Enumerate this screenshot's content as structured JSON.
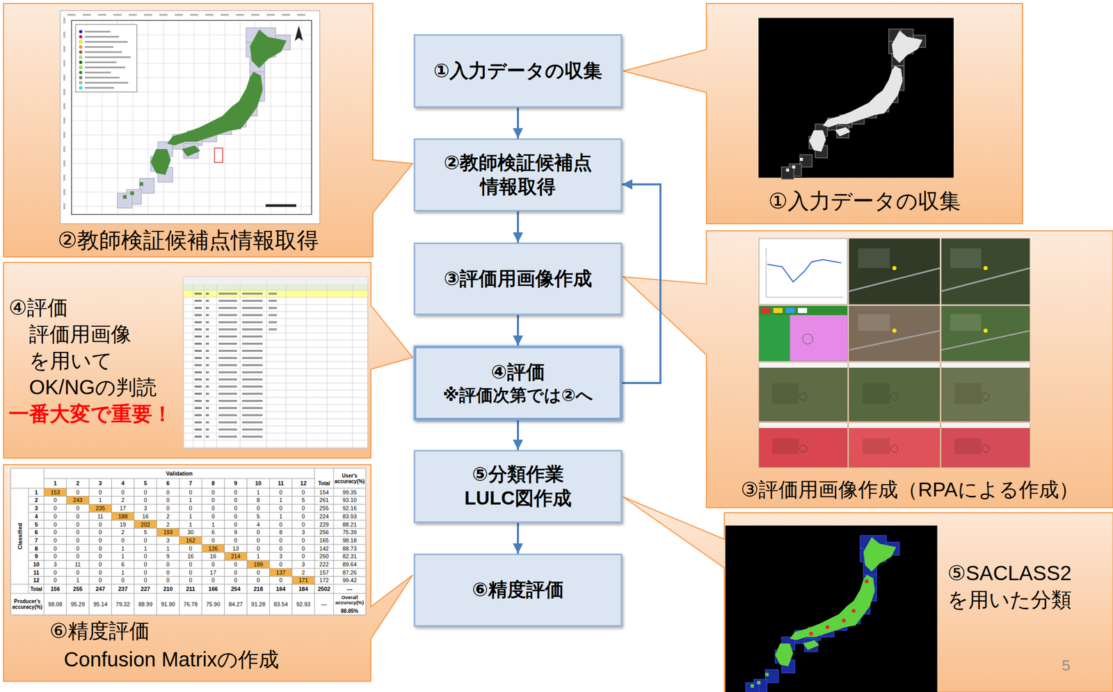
{
  "diagram": {
    "nodes": [
      {
        "text": [
          "①入力データの収集"
        ]
      },
      {
        "text": [
          "②教師検証候補点 情報取得"
        ]
      },
      {
        "text": [
          "③評価用画像作成"
        ]
      },
      {
        "text": [
          "④評価",
          "※評価次第では②へ"
        ]
      },
      {
        "text": [
          "⑤分類作業 LULC図作成"
        ]
      },
      {
        "text": [
          "⑥精度評価"
        ]
      },
      {
        "text": [
          "①入力データの収集"
        ]
      },
      {
        "text": [
          "②教師検証候補点情報取得"
        ]
      },
      {
        "text": [
          "④評価",
          "評価用画像 を用いて OK/NGの判読",
          "一番大変で重要！"
        ]
      },
      {
        "text": [
          "③評価用画像作成（RPAによる作成）"
        ]
      },
      {
        "text": [
          "⑥精度評価",
          "Confusion Matrixの作成"
        ]
      },
      {
        "text": [
          "⑤SACLASS2 を用いた分類"
        ]
      }
    ],
    "edges": [
      {
        "from": 0,
        "to": 1,
        "arrow": "to"
      },
      {
        "from": 1,
        "to": 2,
        "arrow": "to"
      },
      {
        "from": 2,
        "to": 3,
        "arrow": "to"
      },
      {
        "from": 3,
        "to": 4,
        "arrow": "to"
      },
      {
        "from": 4,
        "to": 5,
        "arrow": "to"
      },
      {
        "from": 3,
        "to": 1,
        "arrow": "to"
      }
    ],
    "labels": [
      "5",
      "Validation",
      "Classified",
      "1",
      "2",
      "3",
      "4",
      "5",
      "6",
      "7",
      "8",
      "9",
      "10",
      "11",
      "12",
      "Total",
      "User's accuracy(%)",
      "1",
      "153",
      "0",
      "0",
      "0",
      "0",
      "0",
      "0",
      "0",
      "0",
      "1",
      "0",
      "0",
      "154",
      "99.35",
      "2",
      "0",
      "243",
      "1",
      "2",
      "0",
      "0",
      "1",
      "0",
      "0",
      "8",
      "1",
      "5",
      "261",
      "93.10",
      "3",
      "0",
      "0",
      "235",
      "17",
      "3",
      "0",
      "0",
      "0",
      "0",
      "0",
      "0",
      "0",
      "255",
      "92.16",
      "4",
      "0",
      "0",
      "11",
      "188",
      "16",
      "2",
      "1",
      "0",
      "0",
      "5",
      "1",
      "0",
      "224",
      "83.93",
      "5",
      "0",
      "0",
      "0",
      "19",
      "202",
      "2",
      "1",
      "1",
      "0",
      "4",
      "0",
      "0",
      "229",
      "88.21",
      "6",
      "0",
      "0",
      "0",
      "2",
      "5",
      "193",
      "30",
      "6",
      "9",
      "0",
      "8",
      "3",
      "256",
      "75.39",
      "7",
      "0",
      "0",
      "0",
      "0",
      "0",
      "3",
      "162",
      "0",
      "0",
      "0",
      "0",
      "0",
      "165",
      "98.18",
      "8",
      "0",
      "0",
      "0",
      "1",
      "1",
      "1",
      "0",
      "126",
      "13",
      "0",
      "0",
      "0",
      "142",
      "88.73",
      "9",
      "0",
      "0",
      "0",
      "1",
      "0",
      "9",
      "16",
      "16",
      "214",
      "1",
      "3",
      "0",
      "260",
      "82.31",
      "10",
      "3",
      "11",
      "0",
      "6",
      "0",
      "0",
      "0",
      "0",
      "0",
      "199",
      "0",
      "3",
      "222",
      "89.64",
      "11",
      "0",
      "0",
      "0",
      "1",
      "0",
      "0",
      "0",
      "17",
      "0",
      "0",
      "137",
      "2",
      "157",
      "87.26",
      "12",
      "0",
      "1",
      "0",
      "0",
      "0",
      "0",
      "0",
      "0",
      "0",
      "0",
      "0",
      "171",
      "172",
      "99.42",
      "Total",
      "156",
      "255",
      "247",
      "237",
      "227",
      "210",
      "211",
      "166",
      "254",
      "218",
      "164",
      "184",
      "2502",
      "---",
      "Producer's accuracy(%)",
      "98.08",
      "95.29",
      "95.14",
      "79.32",
      "88.99",
      "91.90",
      "76.78",
      "75.90",
      "84.27",
      "91.28",
      "83.54",
      "92.93",
      "—",
      "Overall accuracy(%)",
      "88.85%"
    ]
  }
}
